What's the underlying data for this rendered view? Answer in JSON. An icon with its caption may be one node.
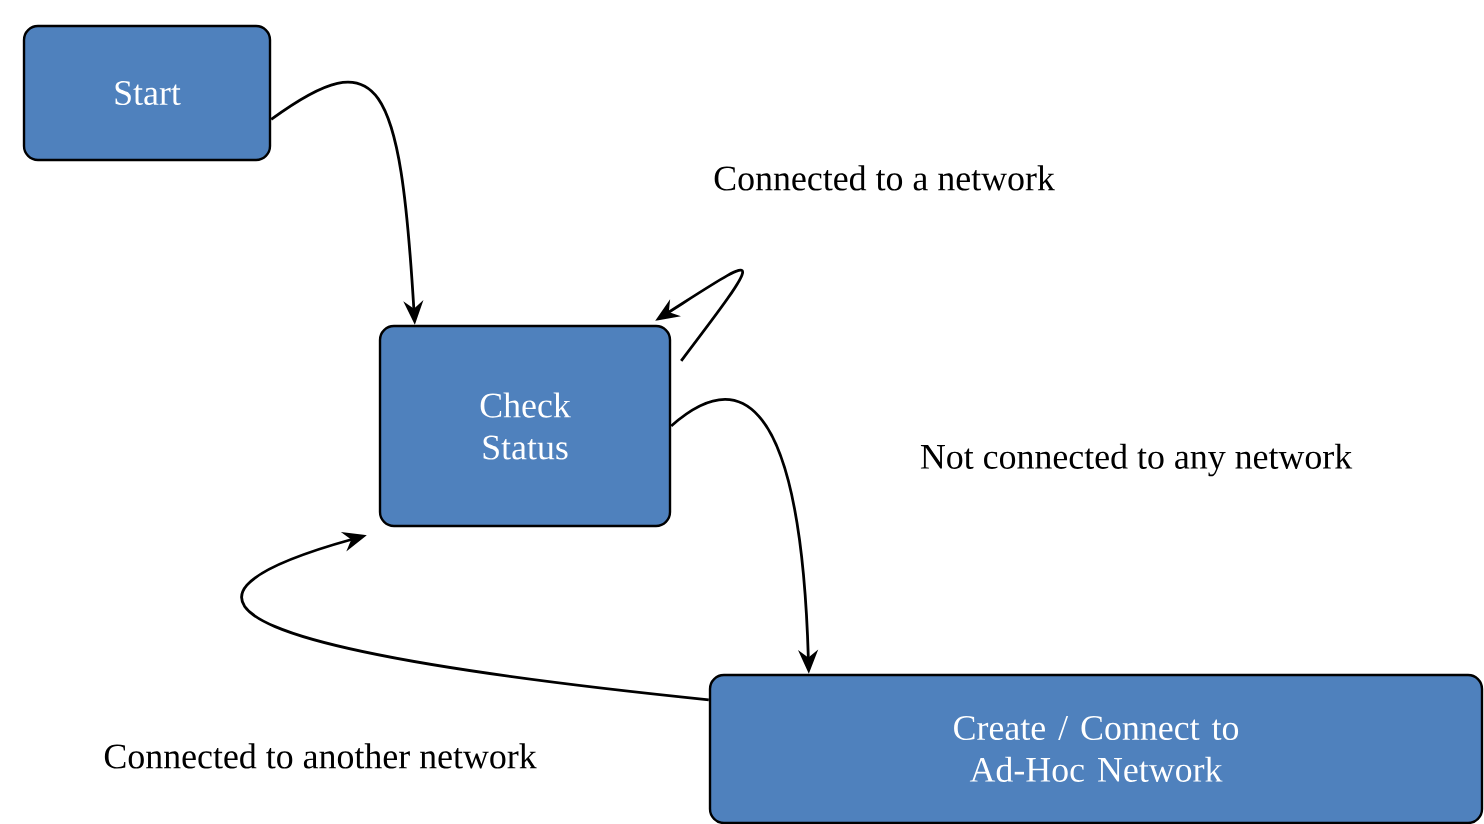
{
  "diagram": {
    "nodes": [
      {
        "text": [
          "Start"
        ]
      },
      {
        "text": [
          "Check Status"
        ]
      },
      {
        "text": [
          "Create / Connect to Ad-Hoc Network"
        ]
      }
    ],
    "edges": [
      {
        "from": 0,
        "to": 1,
        "arrow": "to"
      },
      {
        "from": 1,
        "to": 1,
        "arrow": "to",
        "label": "Connected to a network"
      },
      {
        "from": 1,
        "to": 2,
        "arrow": "to",
        "label": "Not connected to any network"
      },
      {
        "from": 2,
        "to": 1,
        "arrow": "to",
        "label": "Connected to another network"
      }
    ]
  }
}
